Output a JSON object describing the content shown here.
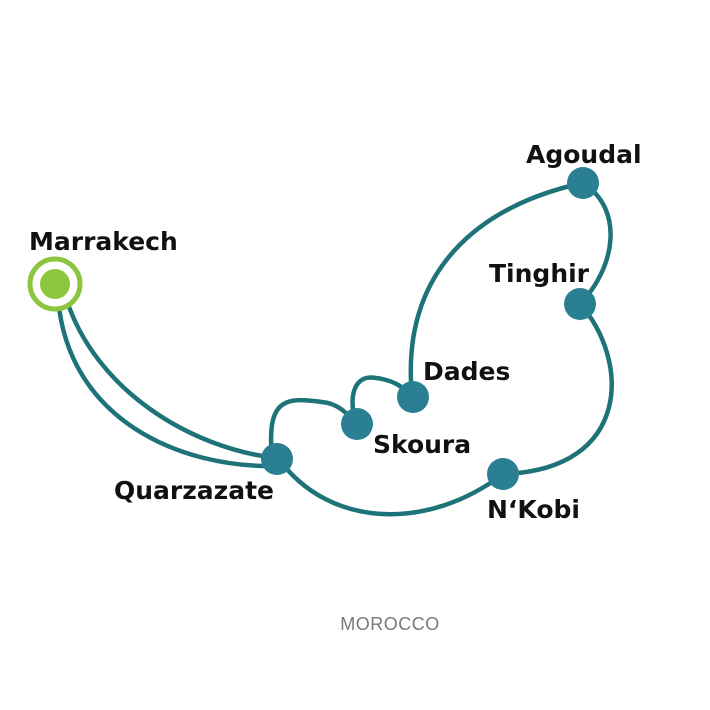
{
  "map": {
    "country": "MOROCCO",
    "colors": {
      "route": "#1e7378",
      "stop": "#2a7f92",
      "start_ring": "#8cc63f",
      "start_fill": "#8cc63f",
      "label": "#111111",
      "country": "#7a7a7a"
    },
    "start": {
      "name": "Marrakech"
    },
    "stops": [
      {
        "name": "Quarzazate"
      },
      {
        "name": "Skoura"
      },
      {
        "name": "Dades"
      },
      {
        "name": "Agoudal"
      },
      {
        "name": "Tinghir"
      },
      {
        "name": "N‘Kobi"
      }
    ]
  }
}
